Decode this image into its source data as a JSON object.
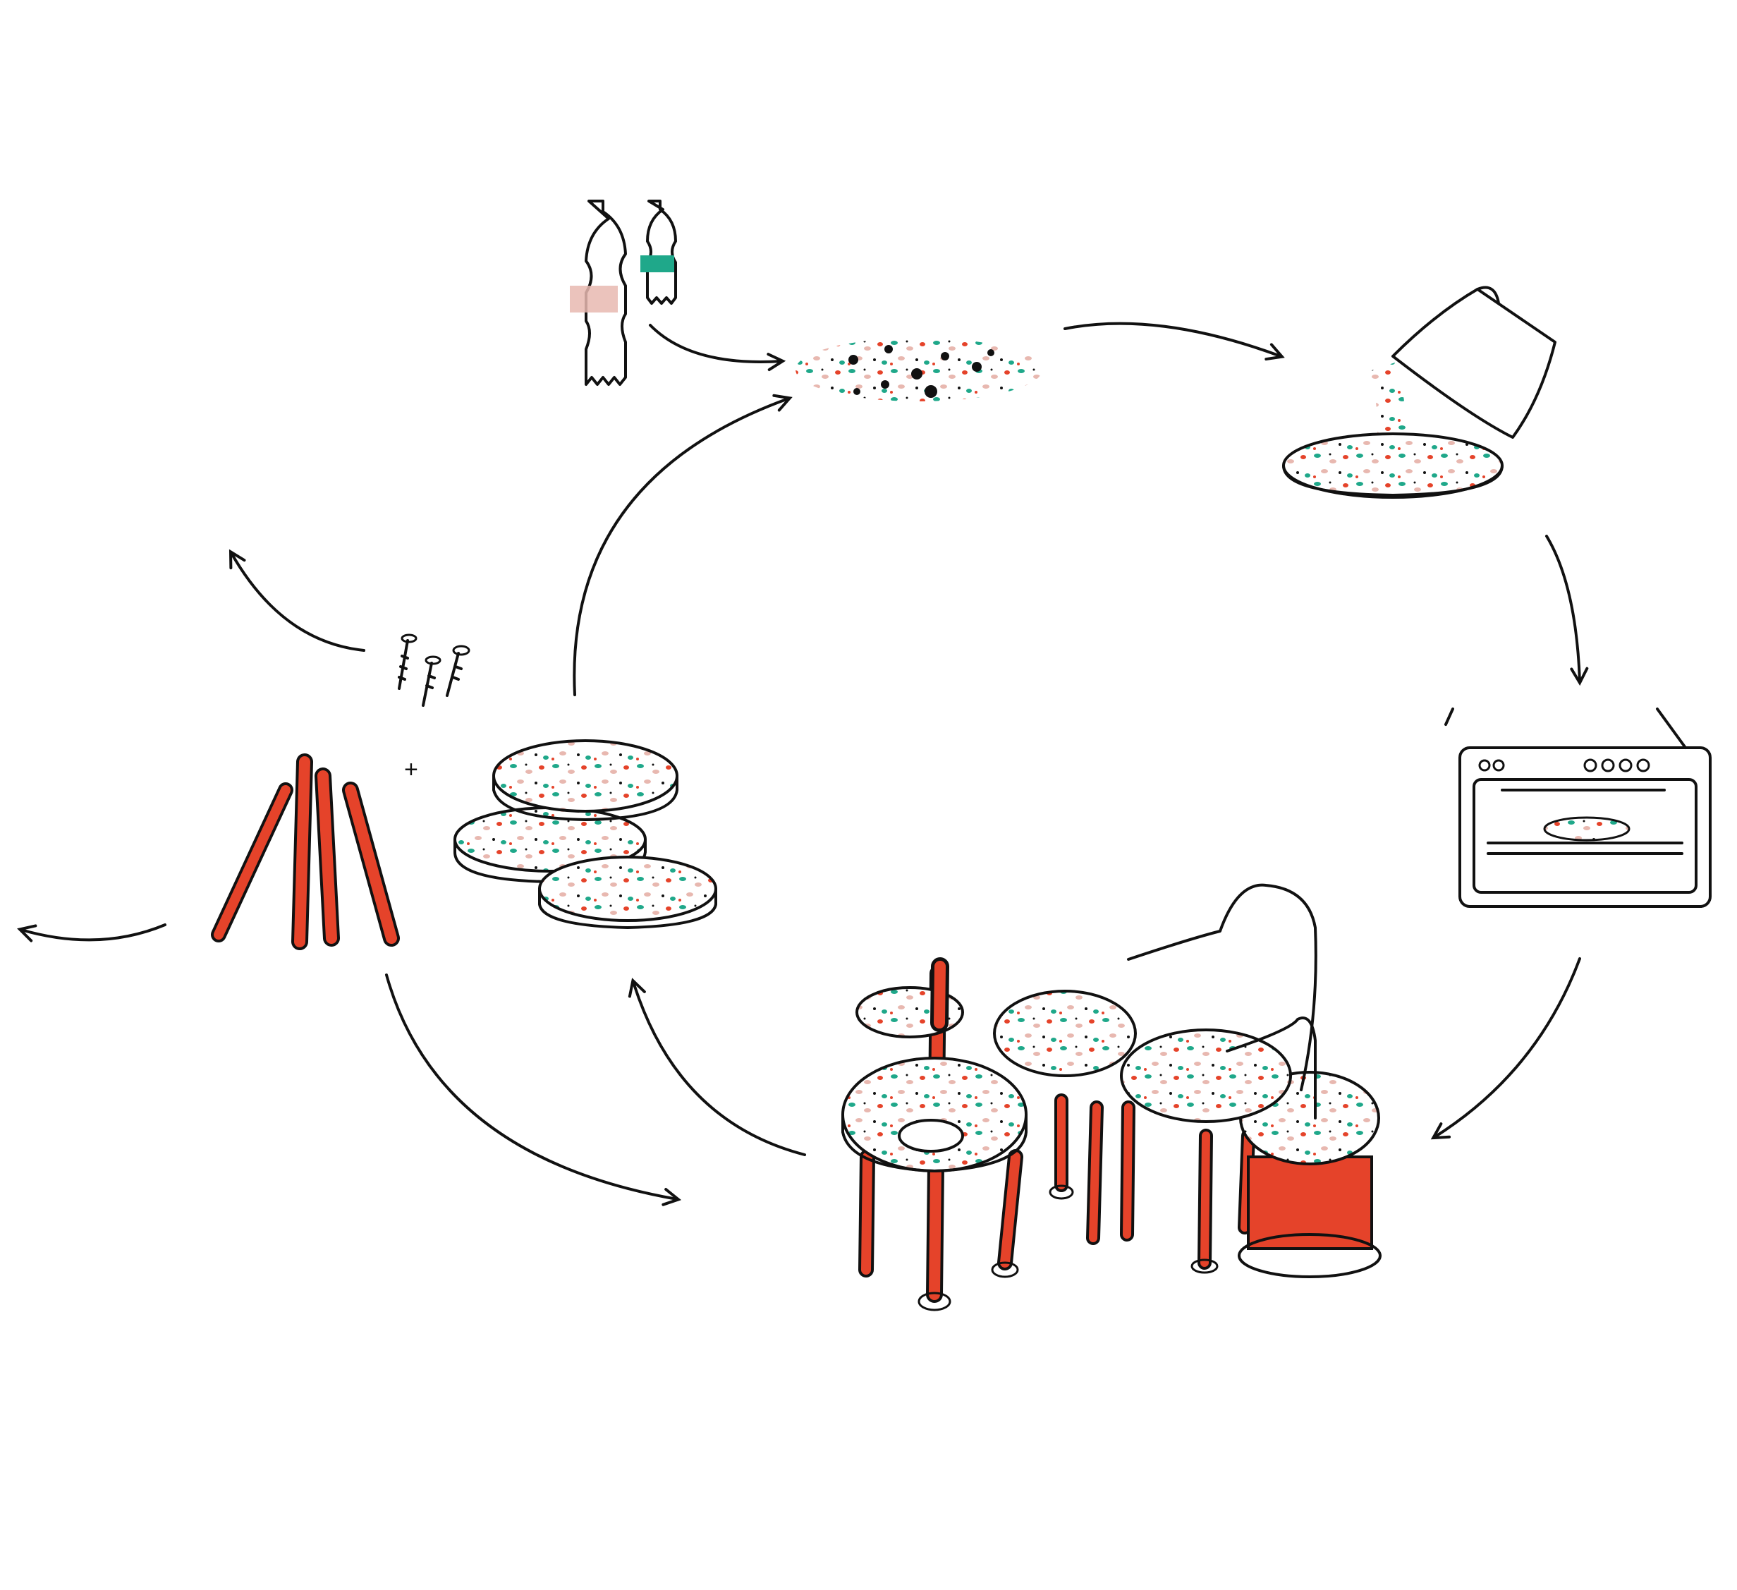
{
  "diagram": {
    "plus_sign": "+",
    "steps": [
      "plastic-bottles",
      "plastic-flakes",
      "pouring-into-mold",
      "oven-baking",
      "furniture",
      "recycled-discs",
      "wooden-sticks",
      "screws"
    ]
  },
  "colors": {
    "ink": "#111111",
    "red": "#e5432a",
    "teal": "#1fa88a",
    "pink": "#e8b8b0",
    "background": "#ffffff"
  }
}
